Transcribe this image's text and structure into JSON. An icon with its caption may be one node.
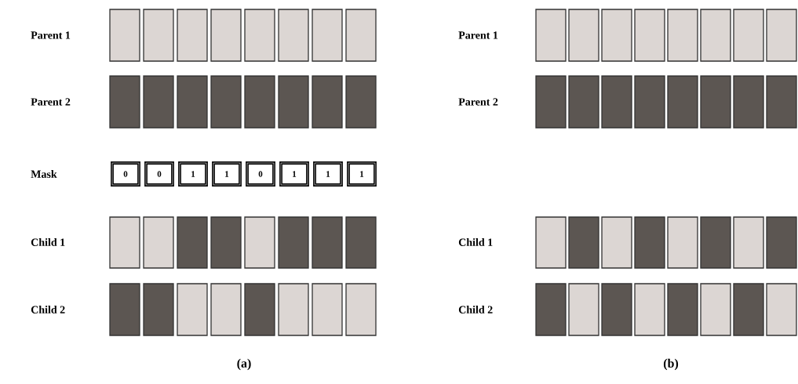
{
  "diagram": {
    "nodes": [
      {
        "text": [],
        "shape": "box"
      },
      {
        "text": [],
        "shape": "box"
      },
      {
        "text": [],
        "shape": "box"
      },
      {
        "text": [],
        "shape": "box"
      },
      {
        "text": [],
        "shape": "box"
      },
      {
        "text": [],
        "shape": "box"
      },
      {
        "text": [],
        "shape": "box"
      },
      {
        "text": [],
        "shape": "box"
      },
      {
        "text": [],
        "shape": "box"
      },
      {
        "text": [],
        "shape": "box"
      },
      {
        "text": [],
        "shape": "box"
      },
      {
        "text": [],
        "shape": "box"
      },
      {
        "text": [],
        "shape": "box"
      },
      {
        "text": [],
        "shape": "box"
      },
      {
        "text": [],
        "shape": "box"
      },
      {
        "text": [],
        "shape": "box"
      },
      {
        "text": [
          "0"
        ]
      },
      {
        "text": [
          "0"
        ]
      },
      {
        "text": [
          "1"
        ]
      },
      {
        "text": [
          "1"
        ]
      },
      {
        "text": [
          "0"
        ]
      },
      {
        "text": [
          "1"
        ]
      },
      {
        "text": [
          "1"
        ]
      },
      {
        "text": [
          "1"
        ]
      },
      {
        "text": [],
        "shape": "box"
      },
      {
        "text": [],
        "shape": "box"
      },
      {
        "text": [],
        "shape": "box"
      },
      {
        "text": [],
        "shape": "box"
      },
      {
        "text": [],
        "shape": "box"
      },
      {
        "text": [],
        "shape": "box"
      },
      {
        "text": [],
        "shape": "box"
      },
      {
        "text": [],
        "shape": "box"
      },
      {
        "text": [],
        "shape": "box"
      },
      {
        "text": [],
        "shape": "box"
      },
      {
        "text": [],
        "shape": "box"
      },
      {
        "text": [],
        "shape": "box"
      },
      {
        "text": [],
        "shape": "box"
      },
      {
        "text": [],
        "shape": "box"
      },
      {
        "text": [],
        "shape": "box"
      },
      {
        "text": [],
        "shape": "box"
      },
      {
        "text": [],
        "shape": "box"
      },
      {
        "text": [],
        "shape": "box"
      },
      {
        "text": [],
        "shape": "box"
      },
      {
        "text": [],
        "shape": "box"
      },
      {
        "text": [],
        "shape": "box"
      },
      {
        "text": [],
        "shape": "box"
      },
      {
        "text": [],
        "shape": "box"
      },
      {
        "text": [],
        "shape": "box"
      },
      {
        "text": [],
        "shape": "box"
      },
      {
        "text": [],
        "shape": "box"
      },
      {
        "text": [],
        "shape": "box"
      },
      {
        "text": [],
        "shape": "box"
      },
      {
        "text": [],
        "shape": "box"
      },
      {
        "text": [],
        "shape": "box"
      },
      {
        "text": [],
        "shape": "box"
      },
      {
        "text": [],
        "shape": "box"
      },
      {
        "text": [],
        "shape": "box"
      },
      {
        "text": [],
        "shape": "box"
      },
      {
        "text": [],
        "shape": "box"
      },
      {
        "text": [],
        "shape": "box"
      },
      {
        "text": [],
        "shape": "box"
      },
      {
        "text": [],
        "shape": "box"
      },
      {
        "text": [],
        "shape": "box"
      },
      {
        "text": [],
        "shape": "box"
      },
      {
        "text": [],
        "shape": "box"
      },
      {
        "text": [],
        "shape": "box"
      },
      {
        "text": [],
        "shape": "box"
      },
      {
        "text": [],
        "shape": "box"
      },
      {
        "text": [],
        "shape": "box"
      },
      {
        "text": [],
        "shape": "box"
      },
      {
        "text": [],
        "shape": "box"
      },
      {
        "text": [],
        "shape": "box"
      }
    ],
    "labels": [
      "Parent 1",
      "Parent 1",
      "Parent 2",
      "Parent 2",
      "Mask",
      "Child 1",
      "Child 1",
      "Child 2",
      "Child 2",
      "(a)",
      "(b)"
    ]
  }
}
